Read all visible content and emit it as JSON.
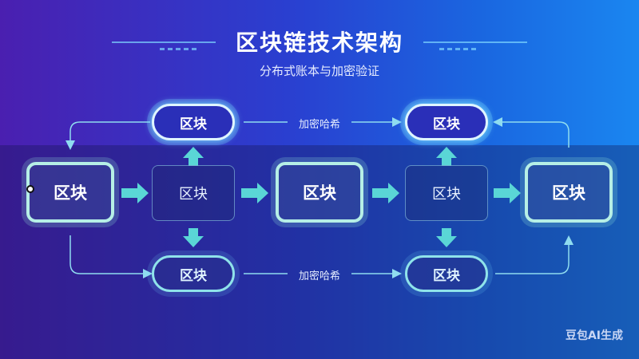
{
  "header": {
    "title": "区块链技术架构",
    "subtitle": "分布式账本与加密验证"
  },
  "nodes": {
    "top_left": "区块",
    "top_right": "区块",
    "bottom_left": "区块",
    "bottom_right": "区块",
    "big_1": "区块",
    "big_2": "区块",
    "big_3": "区块",
    "mid_1": "区块",
    "mid_2": "区块"
  },
  "edge_labels": {
    "top": "加密哈希",
    "bottom": "加密哈希"
  },
  "watermark": "豆包AI生成",
  "colors": {
    "accent": "#7ae0ff",
    "arrow": "#5ad6d6",
    "pill_fill_active": "#2a2fb8"
  }
}
